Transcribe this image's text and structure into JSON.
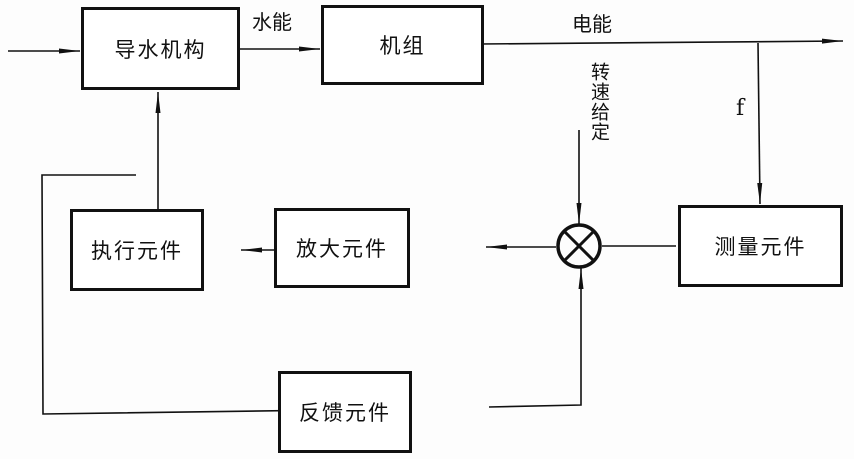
{
  "diagram": {
    "title": "水轮机调速系统方框图",
    "blocks": {
      "guide_mechanism": "导水机构",
      "unit": "机组",
      "actuator": "执行元件",
      "amplifier": "放大元件",
      "measurement": "测量元件",
      "feedback": "反馈元件"
    },
    "labels": {
      "water_energy": "水能",
      "electric_energy": "电能",
      "frequency": "f",
      "speed_setpoint": "转速给定"
    },
    "nodes": {
      "comparator": "summing-junction"
    },
    "edges": [
      {
        "from": "input",
        "to": "导水机构"
      },
      {
        "from": "导水机构",
        "to": "机组",
        "label": "水能"
      },
      {
        "from": "机组",
        "to": "output",
        "label": "电能"
      },
      {
        "from": "电能",
        "to": "测量元件",
        "label": "f"
      },
      {
        "from": "测量元件",
        "to": "comparator"
      },
      {
        "from": "转速给定",
        "to": "comparator"
      },
      {
        "from": "反馈元件",
        "to": "comparator"
      },
      {
        "from": "comparator",
        "to": "放大元件"
      },
      {
        "from": "放大元件",
        "to": "执行元件"
      },
      {
        "from": "执行元件",
        "to": "导水机构"
      },
      {
        "from": "执行元件",
        "to": "反馈元件"
      }
    ],
    "colors": {
      "stroke": "#111111",
      "background": "#ffffff"
    }
  }
}
